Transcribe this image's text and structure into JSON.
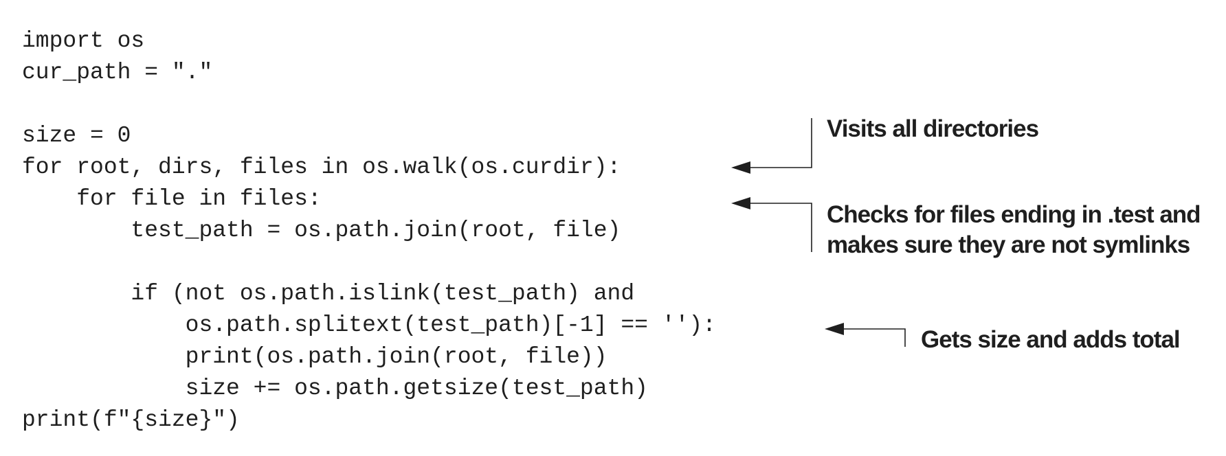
{
  "code": {
    "lines": [
      "import os",
      "cur_path = \".\"",
      "",
      "size = 0",
      "for root, dirs, files in os.walk(os.curdir):",
      "    for file in files:",
      "        test_path = os.path.join(root, file)",
      "",
      "        if (not os.path.islink(test_path) and",
      "            os.path.splitext(test_path)[-1] == ''):",
      "            print(os.path.join(root, file))",
      "            size += os.path.getsize(test_path)",
      "print(f\"{size}\")"
    ]
  },
  "annotations": {
    "visits_all_directories": "Visits all directories",
    "checks_files_line1": "Checks for files ending in .test and",
    "checks_files_line2": "makes sure they are not symlinks",
    "gets_size": "Gets size and adds total"
  },
  "colors": {
    "text": "#1f1f1f",
    "arrow": "#1f1f1f",
    "background": "#ffffff"
  }
}
